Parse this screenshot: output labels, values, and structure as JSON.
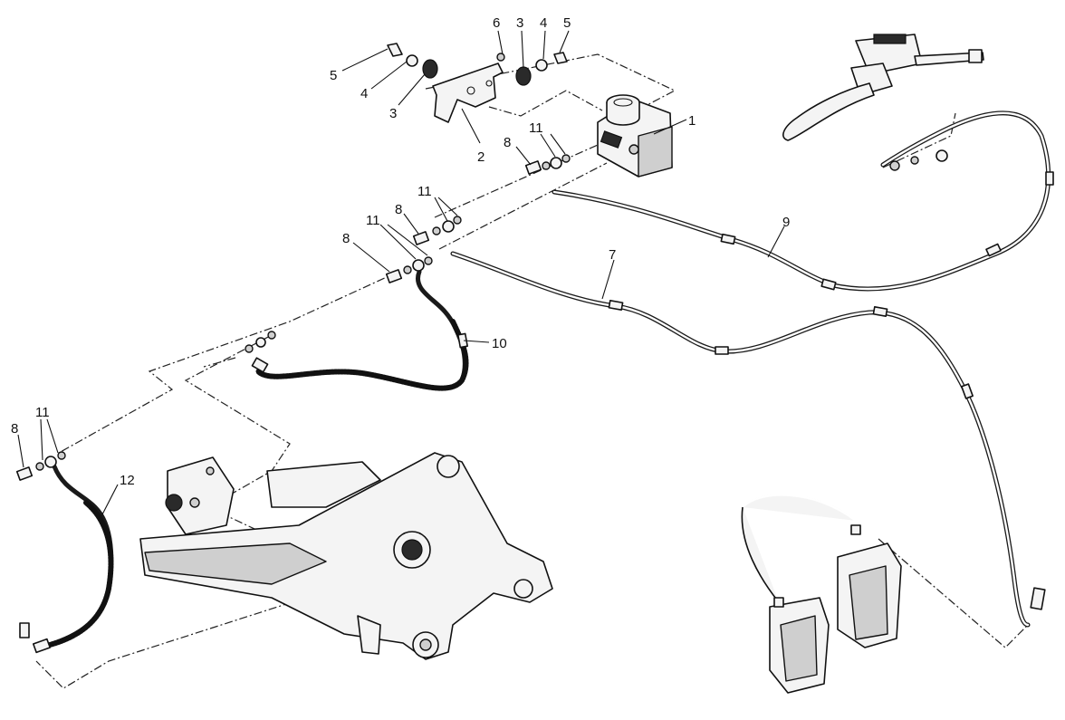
{
  "callouts": {
    "c1": "1",
    "c2": "2",
    "c3a": "3",
    "c3b": "3",
    "c4a": "4",
    "c4b": "4",
    "c5a": "5",
    "c5b": "5",
    "c6": "6",
    "c7": "7",
    "c8a": "8",
    "c8b": "8",
    "c8c": "8",
    "c8d": "8",
    "c9": "9",
    "c10": "10",
    "c11a": "11",
    "c11b": "11",
    "c11c": "11",
    "c11d": "11",
    "c12": "12"
  },
  "colors": {
    "line": "#111111",
    "background": "#ffffff"
  }
}
